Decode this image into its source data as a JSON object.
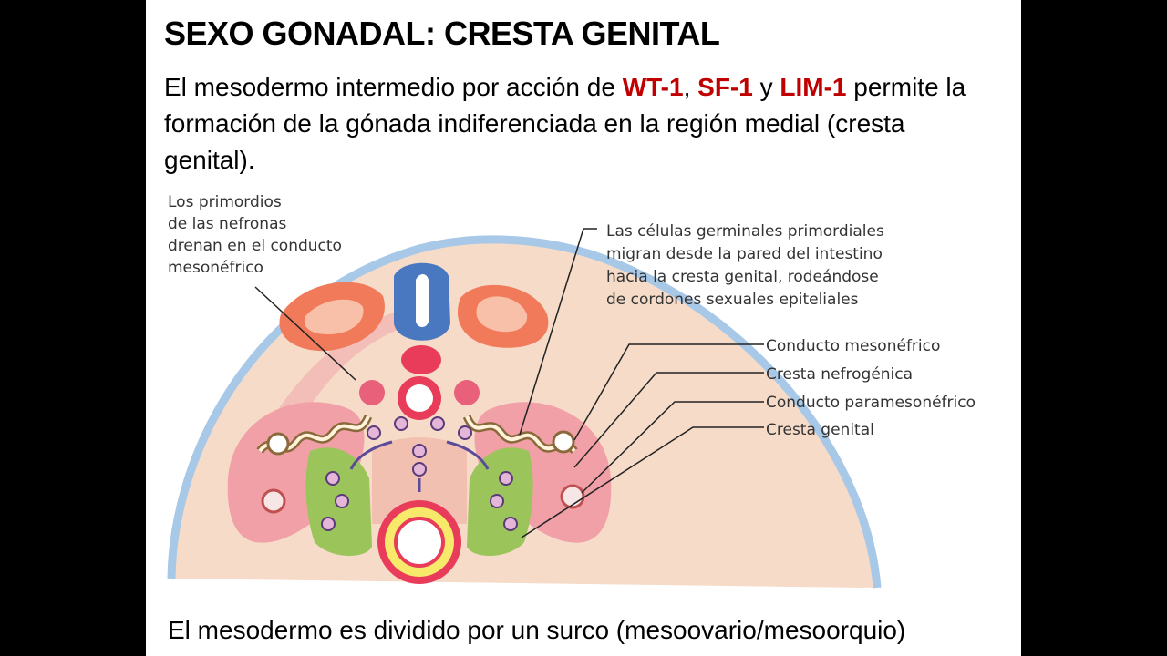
{
  "slide": {
    "title": "SEXO GONADAL: CRESTA GENITAL",
    "intro": {
      "p1": "El mesodermo intermedio por acción de ",
      "factor1": "WT-1",
      "sep1": ", ",
      "factor2": "SF-1",
      "sep2": " y ",
      "factor3": "LIM-1",
      "p2": " permite la formación de la gónada indiferenciada en la región medial (cresta genital)."
    },
    "footer": "El mesodermo es dividido por un surco (mesoovario/mesoorquio)",
    "colors": {
      "highlight": "#c00000",
      "ectoderm": "#a8c8e8",
      "mesoderm": "#f6d8c4",
      "nephrogenic": "#f2a0a8",
      "genital_ridge": "#9bc45a",
      "notochord": "#e83c5a",
      "yolk": "#f7e96a"
    }
  },
  "diagram": {
    "labels": {
      "nephron_primordia": [
        "Los primordios",
        "de las nefronas",
        "drenan en el conducto",
        "mesonéfrico"
      ],
      "germ_cells": [
        "Las células germinales primordiales",
        "migran desde la pared del intestino",
        "hacia la cresta genital, rodeándose",
        "de cordones sexuales epiteliales"
      ],
      "mesonephric_duct": "Conducto mesonéfrico",
      "nephrogenic_ridge": "Cresta nefrogénica",
      "paramesonephric_duct": "Conducto paramesonéfrico",
      "genital_ridge": "Cresta genital"
    }
  }
}
